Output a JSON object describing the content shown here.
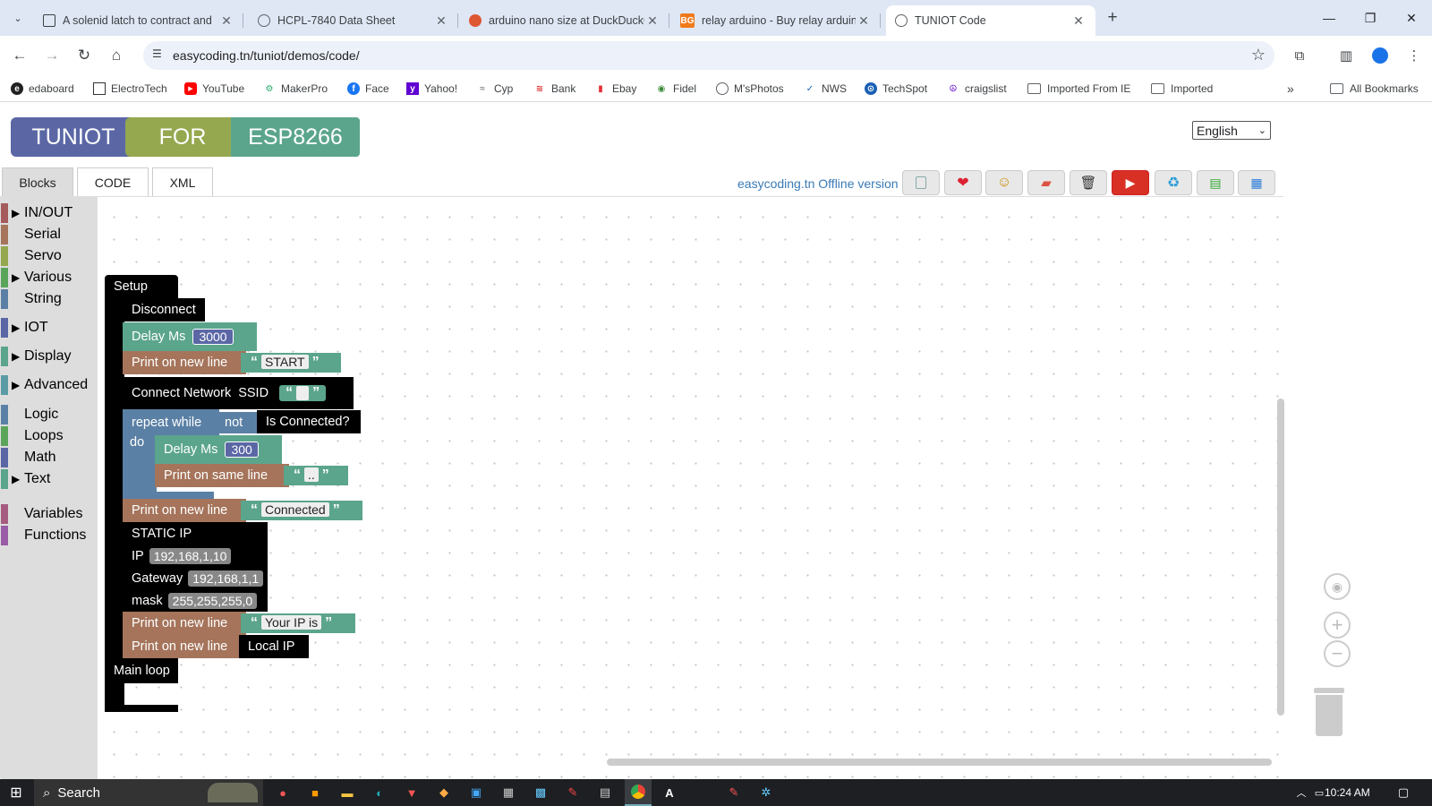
{
  "browser": {
    "tabs": [
      {
        "title": "A solenid latch to contract and",
        "favicon": "tab-app-icon"
      },
      {
        "title": "HCPL-7840 Data Sheet",
        "favicon": "globe-icon"
      },
      {
        "title": "arduino nano size at DuckDuckGo",
        "favicon": "duckduckgo-icon"
      },
      {
        "title": "relay arduino - Buy relay arduino",
        "favicon": "bg-icon",
        "favicon_text": "BG"
      },
      {
        "title": "TUNIOT Code",
        "favicon": "globe-icon",
        "active": true
      }
    ],
    "url": "easycoding.tn/tuniot/demos/code/",
    "bookmarks": [
      {
        "label": "edaboard"
      },
      {
        "label": "ElectroTech"
      },
      {
        "label": "YouTube"
      },
      {
        "label": "MakerPro"
      },
      {
        "label": "Face"
      },
      {
        "label": "Yahoo!"
      },
      {
        "label": "Cyp"
      },
      {
        "label": "Bank"
      },
      {
        "label": "Ebay"
      },
      {
        "label": "Fidel"
      },
      {
        "label": "M'sPhotos"
      },
      {
        "label": "NWS"
      },
      {
        "label": "TechSpot"
      },
      {
        "label": "craigslist"
      },
      {
        "label": "Imported From IE",
        "folder": true
      },
      {
        "label": "Imported",
        "folder": true
      }
    ],
    "all_bookmarks": "All Bookmarks"
  },
  "app": {
    "banner": [
      "TUNIOT",
      "FOR",
      "ESP8266"
    ],
    "language": "English",
    "tabs": [
      "Blocks",
      "CODE",
      "XML"
    ],
    "offline_link": "easycoding.tn Offline version",
    "toolbar_buttons": [
      "copy-icon",
      "heart-icon",
      "avatar-icon",
      "book-icon",
      "trash-icon",
      "play-icon",
      "recycle-icon",
      "save-icon",
      "folder-icon"
    ],
    "categories": [
      {
        "label": "IN/OUT",
        "arrow": true,
        "color": "#a55b5b"
      },
      {
        "label": "Serial",
        "arrow": false,
        "color": "#a5745b"
      },
      {
        "label": "Servo",
        "arrow": false,
        "color": "#95a84f"
      },
      {
        "label": "Various",
        "arrow": true,
        "color": "#5ba55b"
      },
      {
        "label": "String",
        "arrow": false,
        "color": "#5b80a5"
      },
      {
        "label": "IOT",
        "arrow": true,
        "color": "#5b67a5"
      },
      {
        "label": "Display",
        "arrow": true,
        "color": "#5ba58c"
      },
      {
        "label": "Advanced",
        "arrow": true,
        "color": "#5b9ba5"
      },
      {
        "label": "Logic",
        "arrow": false,
        "color": "#5b80a5"
      },
      {
        "label": "Loops",
        "arrow": false,
        "color": "#5ba55b"
      },
      {
        "label": "Math",
        "arrow": false,
        "color": "#5b67a5"
      },
      {
        "label": "Text",
        "arrow": true,
        "color": "#5ba58c"
      },
      {
        "label": "Variables",
        "arrow": false,
        "color": "#a55b80"
      },
      {
        "label": "Functions",
        "arrow": false,
        "color": "#995ba5"
      }
    ],
    "blocks": {
      "setup": "Setup",
      "disconnect": "Disconnect",
      "delay_ms": "Delay Ms",
      "delay1": "3000",
      "print_new_line": "Print on new line",
      "start": "START",
      "connect_network": "Connect Network",
      "ssid": "SSID",
      "repeat_while": "repeat while",
      "not": "not",
      "is_connected": "Is Connected?",
      "do": "do",
      "delay2": "300",
      "print_same_line": "Print on same line",
      "dots": "..",
      "connected": "Connected",
      "static_ip": "STATIC IP",
      "ip_label": "IP",
      "ip_value": "192,168,1,10",
      "gateway_label": "Gateway",
      "gateway_value": "192,168,1,1",
      "mask_label": "mask",
      "mask_value": "255,255,255,0",
      "your_ip_is": "Your IP is",
      "local_ip": "Local IP",
      "main_loop": "Main loop"
    }
  },
  "taskbar": {
    "search": "Search",
    "time": "10:24 AM"
  }
}
